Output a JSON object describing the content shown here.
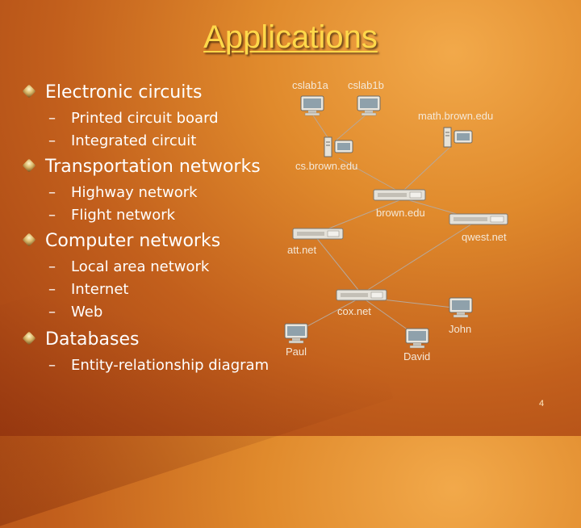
{
  "title": "Applications",
  "bullets": [
    {
      "label": "Electronic circuits",
      "subs": [
        "Printed circuit board",
        "Integrated circuit"
      ]
    },
    {
      "label": "Transportation networks",
      "subs": [
        "Highway network",
        "Flight network"
      ]
    },
    {
      "label": "Computer networks",
      "subs": [
        "Local area network",
        "Internet",
        "Web"
      ]
    },
    {
      "label": "Databases",
      "subs": [
        "Entity-relationship diagram"
      ]
    }
  ],
  "sub_marker": "–",
  "network": {
    "cslab1a": "cslab1a",
    "cslab1b": "cslab1b",
    "math": "math.brown.edu",
    "cs": "cs.brown.edu",
    "brown": "brown.edu",
    "qwest": "qwest.net",
    "att": "att.net",
    "cox": "cox.net",
    "john": "John",
    "paul": "Paul",
    "david": "David"
  },
  "page_number": "4"
}
